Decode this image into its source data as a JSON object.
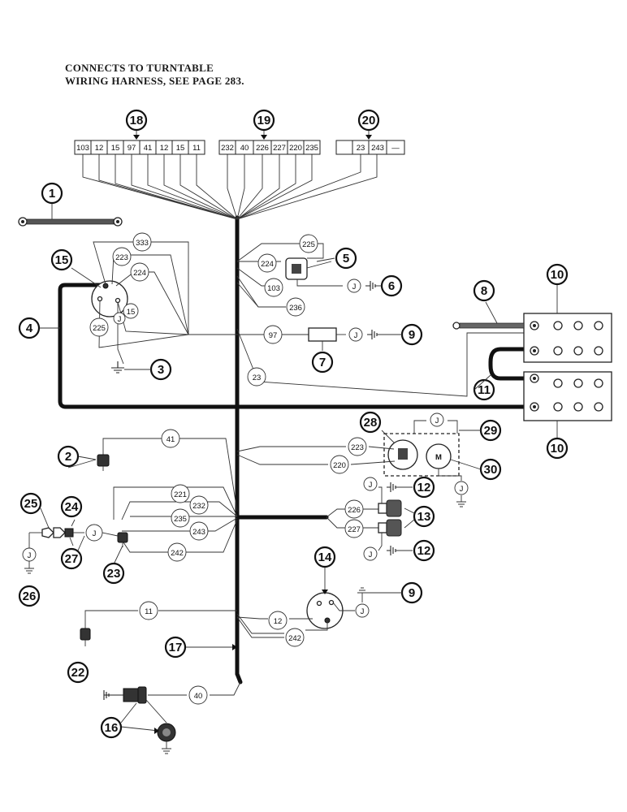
{
  "note": {
    "line1": "CONNECTS TO TURNTABLE",
    "line2": "WIRING HARNESS, SEE PAGE 283."
  },
  "connector_18": {
    "label": "18",
    "wires": [
      "103",
      "12",
      "15",
      "97",
      "41",
      "12",
      "15",
      "11"
    ]
  },
  "connector_19": {
    "label": "19",
    "wires": [
      "232",
      "40",
      "226",
      "227",
      "220",
      "235"
    ]
  },
  "connector_20": {
    "label": "20",
    "wires": [
      "",
      "23",
      "243",
      "—"
    ]
  },
  "callouts": [
    "1",
    "2",
    "3",
    "4",
    "5",
    "6",
    "7",
    "8",
    "9",
    "9",
    "10",
    "10",
    "11",
    "12",
    "12",
    "13",
    "14",
    "15",
    "16",
    "16",
    "17",
    "22",
    "23",
    "24",
    "25",
    "26",
    "27",
    "28",
    "29",
    "30"
  ],
  "wire_labels": [
    "333",
    "223",
    "224",
    "225",
    "15",
    "225",
    "224",
    "103",
    "236",
    "97",
    "23",
    "41",
    "223",
    "220",
    "221",
    "232",
    "235",
    "243",
    "242",
    "226",
    "227",
    "11",
    "12",
    "242",
    "40"
  ],
  "junction_letter": "J",
  "motor_letter": "M",
  "colors": {
    "line": "#111111",
    "paper": "#ffffff"
  }
}
